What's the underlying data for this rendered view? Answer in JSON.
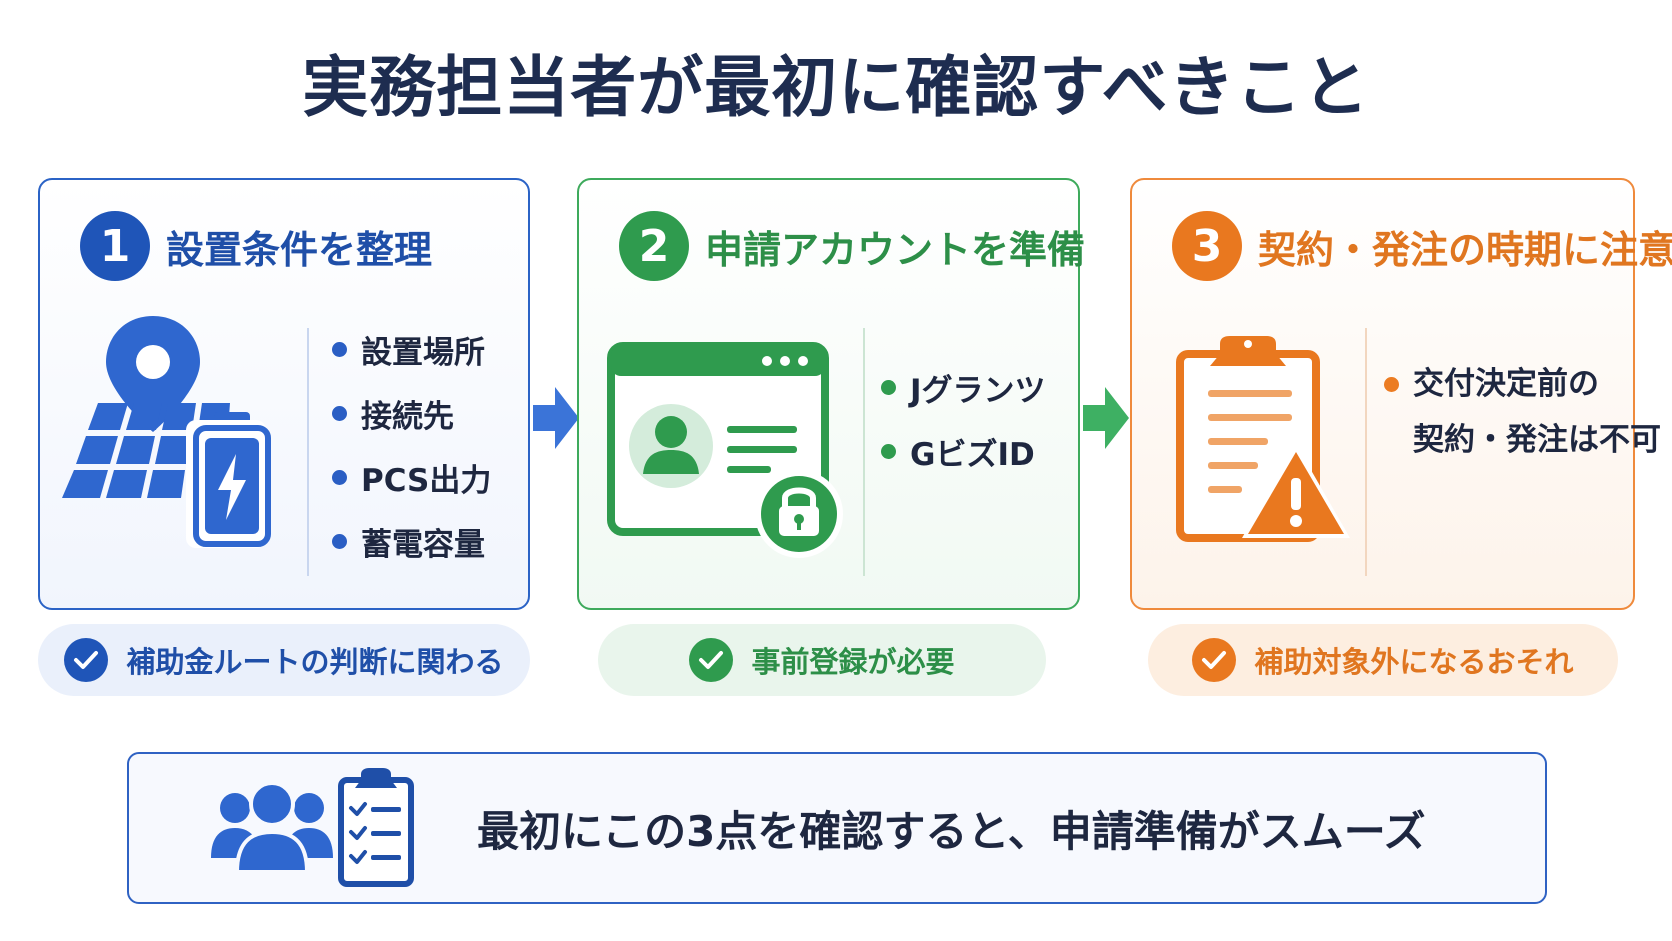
{
  "title": "実務担当者が最初に確認すべきこと",
  "colors": {
    "blue": "#1f55b8",
    "green": "#2f9b4e",
    "orange": "#e9781f",
    "title": "#1e2d50"
  },
  "cards": [
    {
      "number": "1",
      "title": "設置条件を整理",
      "icon": "solar-panel-battery-location-icon",
      "items": [
        "設置場所",
        "接続先",
        "PCS出力",
        "蓄電容量"
      ],
      "note": "補助金ルートの判断に関わる"
    },
    {
      "number": "2",
      "title": "申請アカウントを準備",
      "icon": "account-window-lock-icon",
      "items": [
        "Jグランツ",
        "GビズID"
      ],
      "note": "事前登録が必要"
    },
    {
      "number": "3",
      "title": "契約・発注の時期に注意",
      "icon": "clipboard-warning-icon",
      "items": [
        "交付決定前の",
        "契約・発注は不可"
      ],
      "note": "補助対象外になるおそれ"
    }
  ],
  "summary": {
    "icons": [
      "people-icon",
      "checklist-icon"
    ],
    "text": "最初にこの3点を確認すると、申請準備がスムーズ"
  }
}
